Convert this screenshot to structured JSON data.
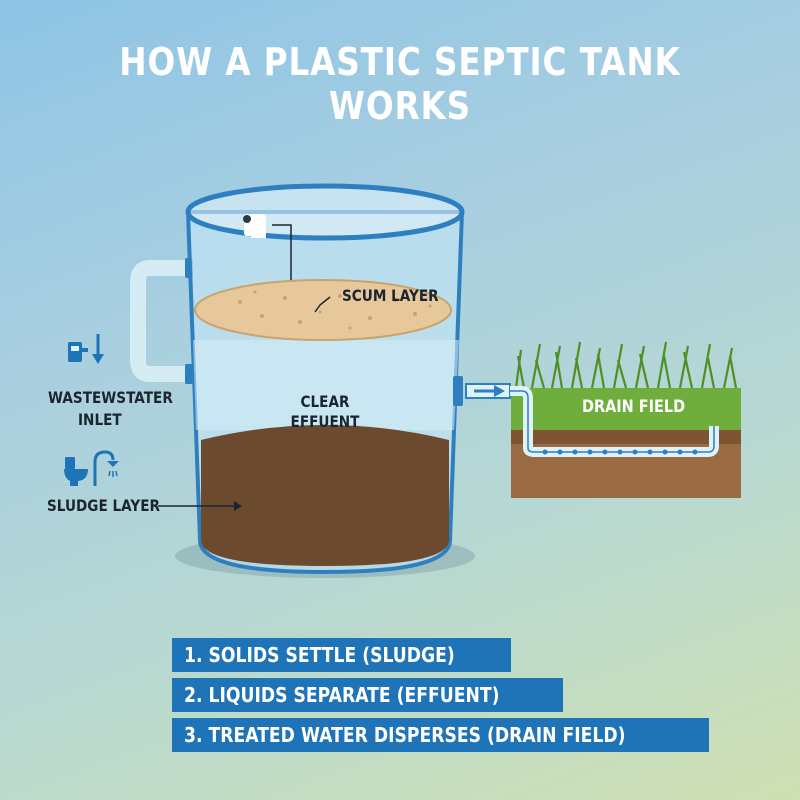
{
  "title": "HOW A PLASTIC SEPTIC TANK WORKS",
  "labels": {
    "scum": "SCUM LAYER",
    "clear_line1": "CLEAR",
    "clear_line2": "EFFUENT",
    "inlet_line1": "WASTEWSTATER",
    "inlet_line2": "INLET",
    "sludge": "SLUDGE LAYER",
    "drain": "DRAIN FIELD"
  },
  "steps": [
    "1. SOLIDS SETTLE (SLUDGE)",
    "2. LIQUIDS SEPARATE (EFFUENT)",
    "3. TREATED WATER DISPERSES (DRAIN FIELD)"
  ],
  "icons": [
    "toilet-paper-icon",
    "faucet-icon",
    "down-arrow-icon",
    "toilet-icon",
    "shower-icon",
    "outlet-arrow-icon"
  ],
  "colors": {
    "step_bg": "#1f73b7",
    "tank_outline": "#2e7fc0",
    "sludge": "#6b4a2e",
    "scum": "#e6c89a",
    "grass": "#6fae3c",
    "soil": "#9a6a42"
  }
}
